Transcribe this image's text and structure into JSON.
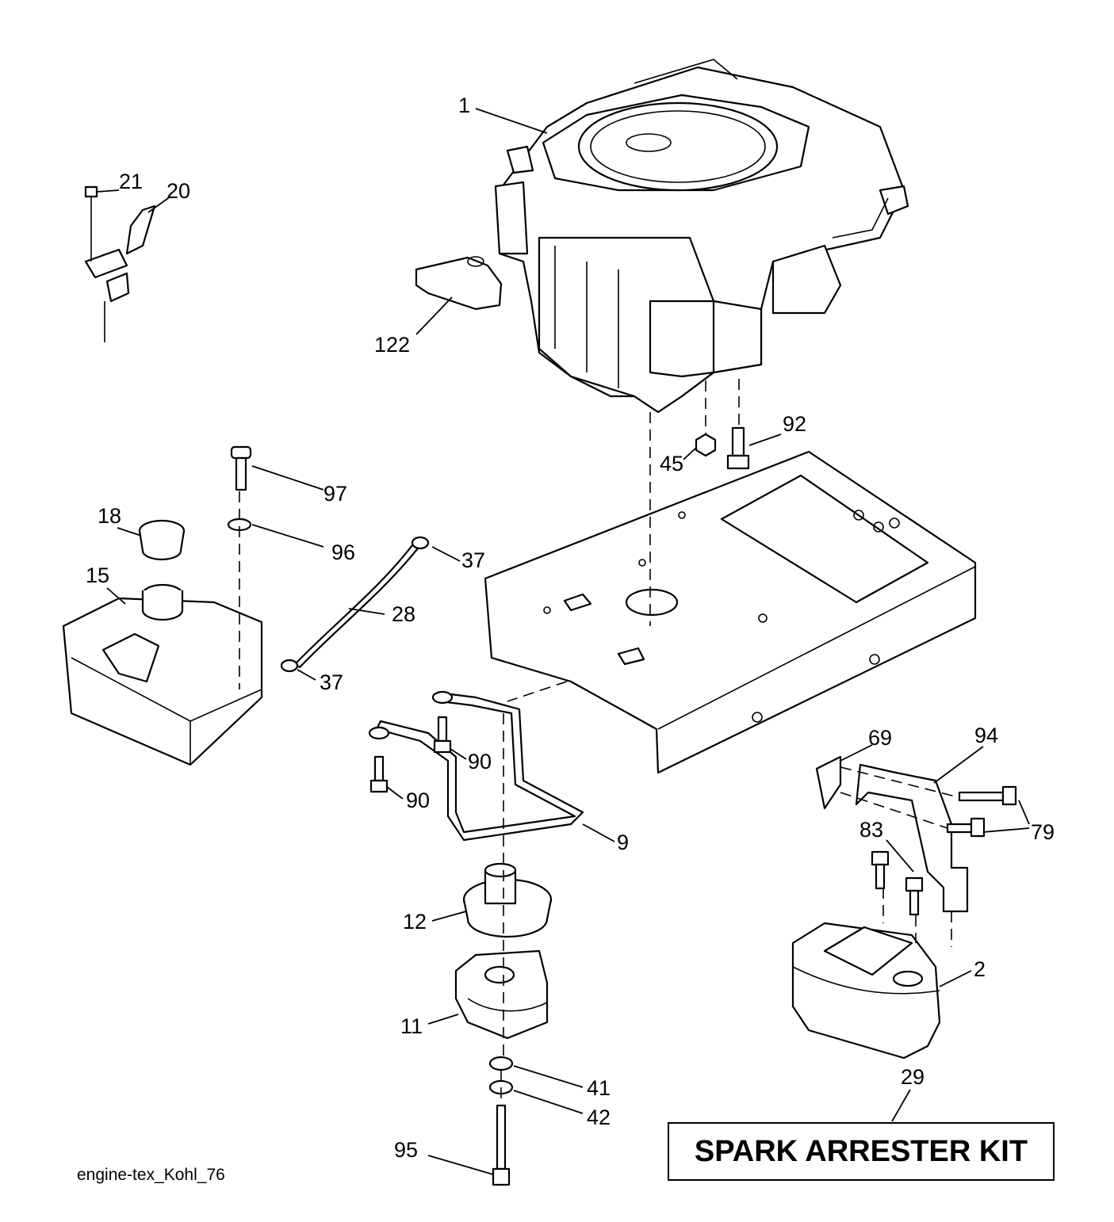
{
  "callouts": {
    "c1": "1",
    "c2": "2",
    "c9": "9",
    "c11": "11",
    "c12": "12",
    "c15": "15",
    "c18": "18",
    "c20": "20",
    "c21": "21",
    "c28": "28",
    "c29": "29",
    "c37a": "37",
    "c37b": "37",
    "c41": "41",
    "c42": "42",
    "c45": "45",
    "c69": "69",
    "c79": "79",
    "c83": "83",
    "c90a": "90",
    "c90b": "90",
    "c92": "92",
    "c94": "94",
    "c95": "95",
    "c96": "96",
    "c97": "97",
    "c122": "122"
  },
  "kit_label": "SPARK ARRESTER KIT",
  "footer_code": "engine-tex_Kohl_76"
}
